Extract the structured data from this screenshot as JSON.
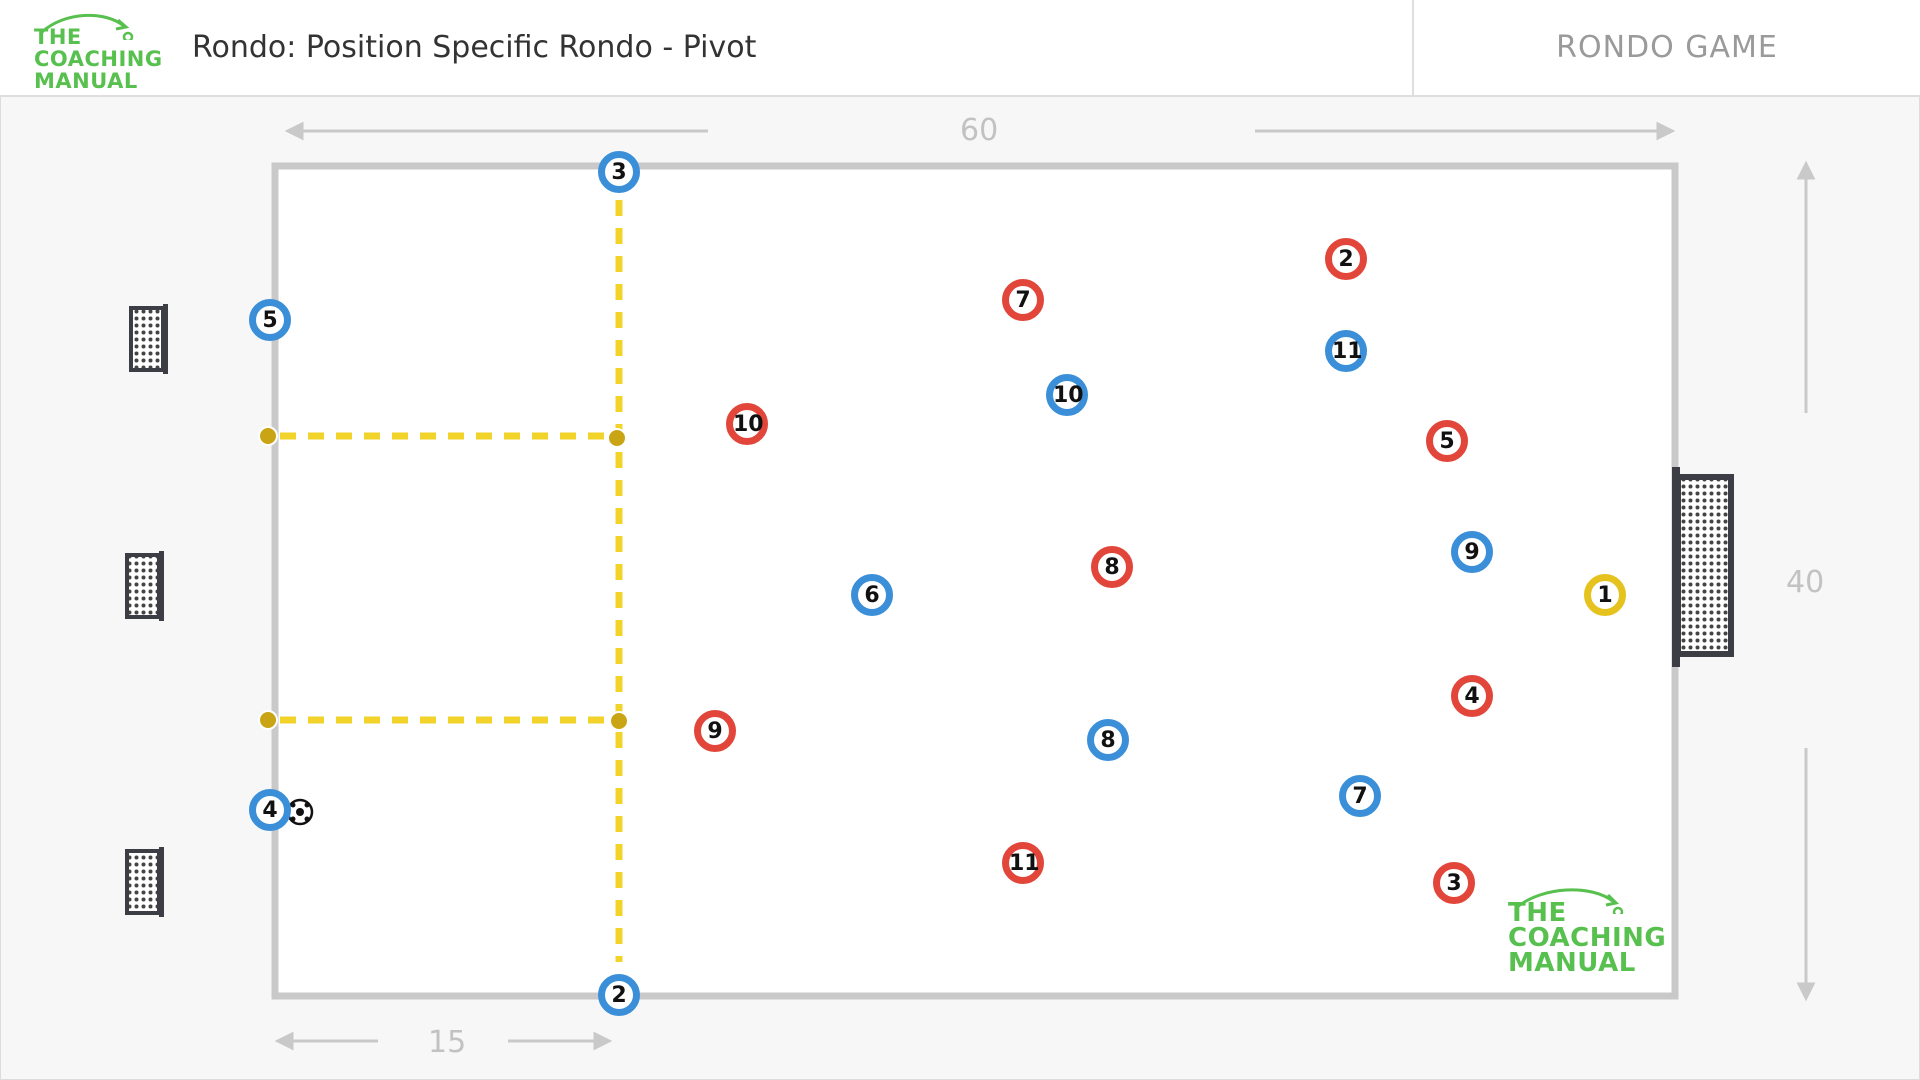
{
  "header": {
    "logo_lines": [
      "THE",
      "COACHING",
      "MANUAL"
    ],
    "title": "Rondo: Position Specific Rondo - Pivot",
    "subtitle": "RONDO GAME"
  },
  "dimensions": {
    "length": "60",
    "width": "40",
    "zone": "15"
  },
  "watermark_lines": [
    "THE",
    "COACHING",
    "MANUAL"
  ],
  "colors": {
    "blue_team": "#3a8fd8",
    "red_team": "#e2463a",
    "goalkeeper": "#e6c21e",
    "logo_green": "#58c04e",
    "zone_line": "#f2d32a"
  },
  "players": {
    "blue": [
      "3",
      "5",
      "4",
      "2",
      "10",
      "11",
      "6",
      "9",
      "8",
      "7"
    ],
    "red": [
      "7",
      "2",
      "10",
      "5",
      "8",
      "9",
      "4",
      "11",
      "3"
    ],
    "goalkeeper": "1"
  },
  "icons": [
    "mini-goal-icon",
    "large-goal-icon",
    "ball-icon",
    "cone-icon",
    "arrow-icon"
  ]
}
